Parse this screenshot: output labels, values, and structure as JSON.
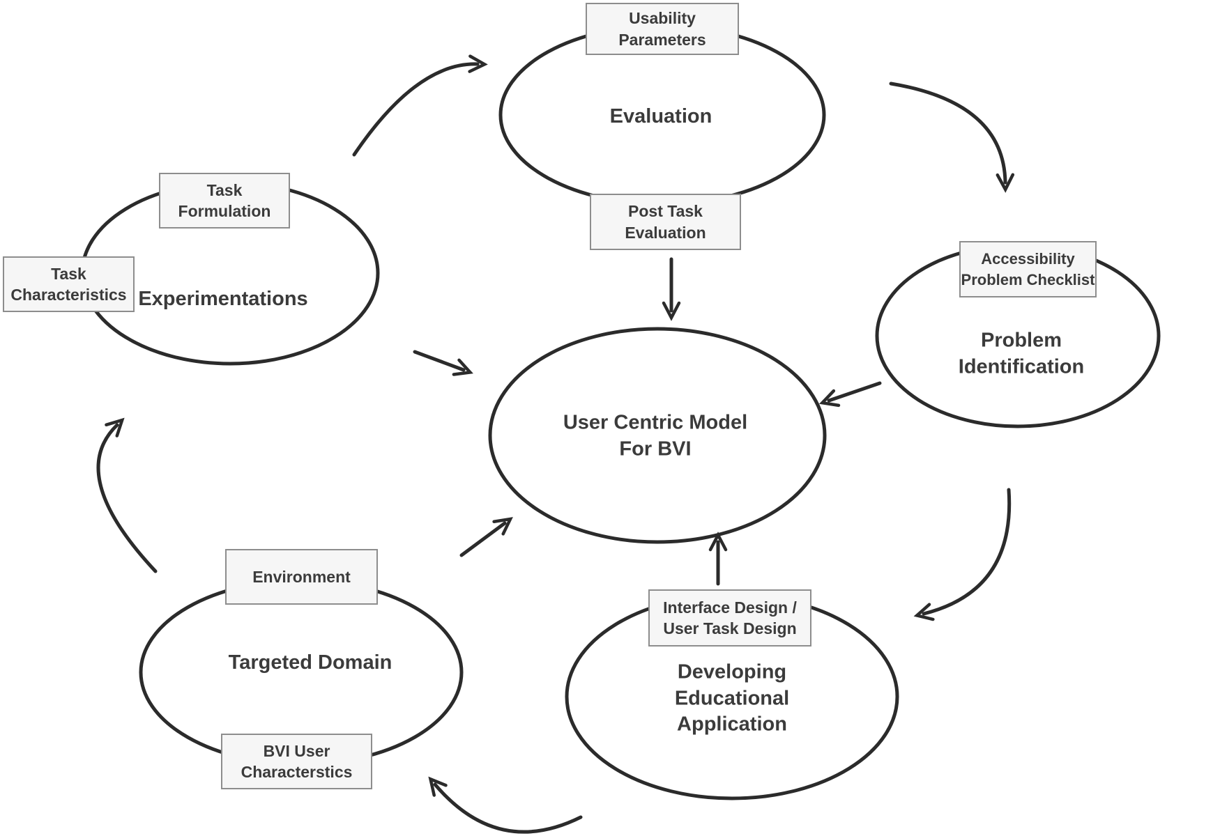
{
  "colors": {
    "line": "#2b2b2b",
    "box_fill": "#f6f6f6",
    "box_border": "#8d8d8d",
    "text": "#3b3b3b",
    "background": "#ffffff"
  },
  "nodes": {
    "evaluation": {
      "label": "Evaluation"
    },
    "experimentations": {
      "label": "Experimentations"
    },
    "problem_identification": {
      "label": "Problem\nIdentification"
    },
    "user_centric_model": {
      "label": "User Centric Model\nFor BVI"
    },
    "targeted_domain": {
      "label": "Targeted Domain"
    },
    "developing_educational_application": {
      "label": "Developing\nEducational\nApplication"
    }
  },
  "boxes": {
    "usability_parameters": "Usability\nParameters",
    "post_task_evaluation": "Post Task\nEvaluation",
    "task_formulation": "Task Formulation",
    "task_characteristics": "Task\nCharacteristics",
    "accessibility_problem_checklist": "Accessibility\nProblem Checklist",
    "environment": "Environment",
    "bvi_user_characterstics": "BVI User\nCharacterstics",
    "interface_design_user_task_design": "Interface Design /\nUser Task Design"
  },
  "connections": [
    {
      "from": "experimentations",
      "to": "evaluation",
      "style": "curved"
    },
    {
      "from": "evaluation",
      "to": "problem_identification",
      "style": "curved"
    },
    {
      "from": "problem_identification",
      "to": "developing_educational_application",
      "style": "curved"
    },
    {
      "from": "developing_educational_application",
      "to": "targeted_domain",
      "style": "curved"
    },
    {
      "from": "targeted_domain",
      "to": "experimentations",
      "style": "curved"
    },
    {
      "from": "experimentations",
      "to": "user_centric_model",
      "style": "straight"
    },
    {
      "from": "evaluation",
      "to": "user_centric_model",
      "style": "straight"
    },
    {
      "from": "problem_identification",
      "to": "user_centric_model",
      "style": "straight"
    },
    {
      "from": "targeted_domain",
      "to": "user_centric_model",
      "style": "straight"
    },
    {
      "from": "developing_educational_application",
      "to": "user_centric_model",
      "style": "straight"
    }
  ]
}
